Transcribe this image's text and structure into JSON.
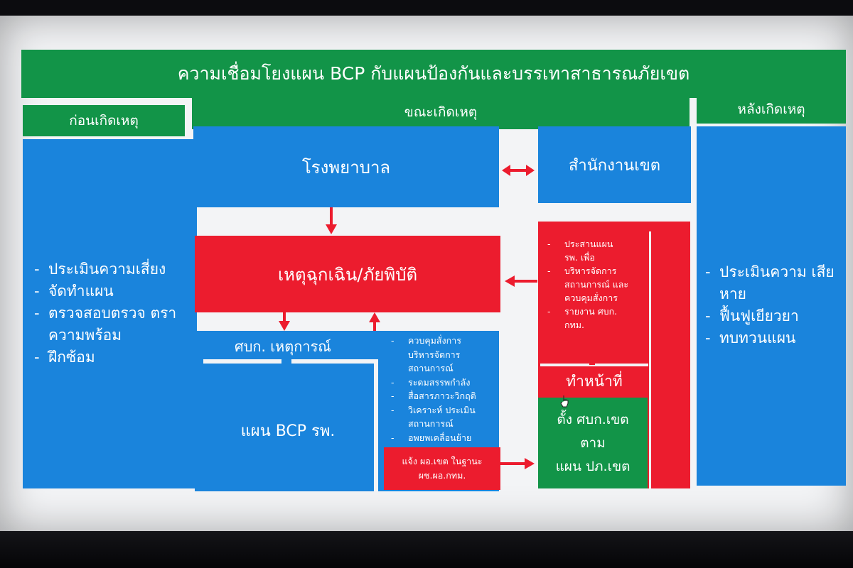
{
  "title": "ความเชื่อมโยงแผน BCP กับแผนป้องกันและบรรเทาสาธารณภัยเขต",
  "columns": {
    "before": "ก่อนเกิดเหตุ",
    "during": "ขณะเกิดเหตุ",
    "after": "หลังเกิดเหตุ"
  },
  "before_items": [
    "ประเมินความเสี่ยง",
    "จัดทำแผน",
    "ตรวจสอบตรวจ ตราความพร้อม",
    "ฝึกซ้อม"
  ],
  "after_items": [
    "ประเมินความ เสียหาย",
    "ฟื้นฟูเยียวยา",
    "ทบทวนแผน"
  ],
  "boxes": {
    "hospital": "โรงพยาบาล",
    "district_office": "สำนักงานเขต",
    "emergency": "เหตุฉุกเฉิน/ภัยพิบัติ",
    "eoc_incident": "ศบก. เหตุการณ์",
    "bcp_plan": "แผน BCP รพ.",
    "notify": "แจ้ง ผอ.เขต ในฐานะ ผช.ผอ.กทม.",
    "function": "ทำหน้าที่",
    "district_eoc": [
      "ตั้ง ศบก.เขต",
      "ตาม",
      "แผน ปภ.เขต"
    ]
  },
  "eoc_tasks": [
    {
      "text": "ควบคุมสั่งการ",
      "bullet": true
    },
    {
      "text": "บริหารจัดการ",
      "bullet": false
    },
    {
      "text": "สถานการณ์",
      "bullet": false
    },
    {
      "text": "ระดมสรรพกำลัง",
      "bullet": true
    },
    {
      "text": "สื่อสารภาวะวิกฤติ",
      "bullet": true
    },
    {
      "text": "วิเคราะห์ ประเมิน",
      "bullet": true
    },
    {
      "text": "สถานการณ์",
      "bullet": false
    },
    {
      "text": "อพยพเคลื่อนย้าย",
      "bullet": true
    }
  ],
  "coord_tasks": [
    {
      "text": "ประสานแผน",
      "bullet": true
    },
    {
      "text": "รพ. เพื่อ",
      "bullet": false
    },
    {
      "text": "บริหารจัดการ",
      "bullet": true
    },
    {
      "text": "สถานการณ์ และ",
      "bullet": false
    },
    {
      "text": "ควบคุมสั่งการ",
      "bullet": false
    },
    {
      "text": "รายงาน ศบก.",
      "bullet": true
    },
    {
      "text": "กทม.",
      "bullet": false
    }
  ],
  "colors": {
    "green": "#129448",
    "blue": "#1a84dc",
    "red": "#ec1c2e",
    "background": "#f3f4f6"
  }
}
